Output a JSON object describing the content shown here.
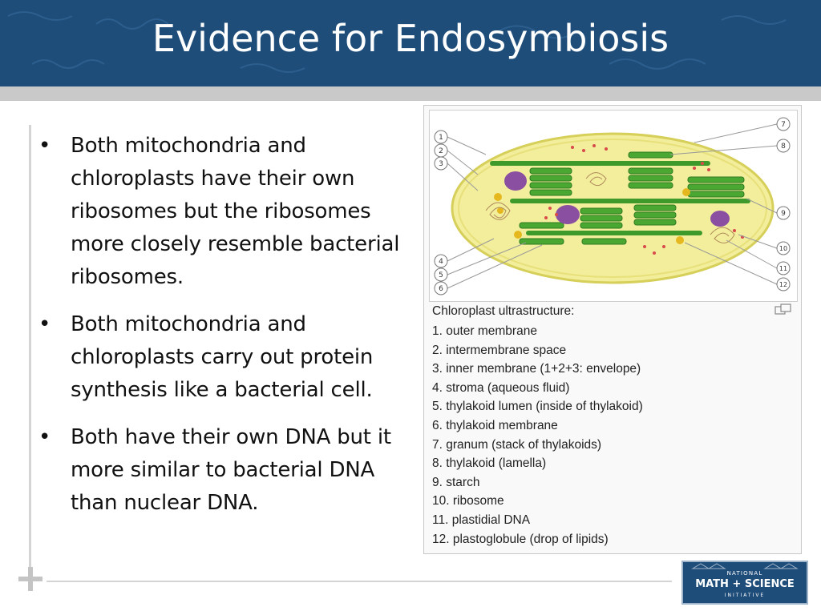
{
  "title": "Evidence for Endosymbiosis",
  "bullets": [
    "Both mitochondria and chloroplasts have their own ribosomes but the ribosomes more closely resemble bacterial ribosomes.",
    "Both mitochondria and chloroplasts carry out protein synthesis like a bacterial cell.",
    "Both have their own DNA but it more similar to bacterial DNA than nuclear DNA."
  ],
  "bullet_symbol": "•",
  "figure": {
    "callout_numbers": [
      "1",
      "2",
      "3",
      "4",
      "5",
      "6",
      "7",
      "8",
      "9",
      "10",
      "11",
      "12"
    ],
    "caption_title": "Chloroplast ultrastructure:",
    "caption_items": [
      "1. outer membrane",
      "2. intermembrane space",
      "3. inner membrane (1+2+3: envelope)",
      "4. stroma (aqueous fluid)",
      "5. thylakoid lumen (inside of thylakoid)",
      "6. thylakoid membrane",
      "7. granum (stack of thylakoids)",
      "8. thylakoid (lamella)",
      "9. starch",
      "10. ribosome",
      "11. plastidial DNA",
      "12. plastoglobule (drop of lipids)"
    ],
    "enlarge_icon": "enlarge-icon"
  },
  "logo": {
    "top": "NATIONAL",
    "middle": "MATH + SCIENCE",
    "bottom": "INITIATIVE"
  },
  "colors": {
    "header": "#1f4d7a",
    "header_band": "#c9c9c9",
    "chloroplast_fill": "#f2ee9c",
    "thylakoid": "#3f9a2c",
    "starch": "#8a4fa0",
    "ribosome": "#d94a4a",
    "plastoglobule": "#e6b820"
  }
}
